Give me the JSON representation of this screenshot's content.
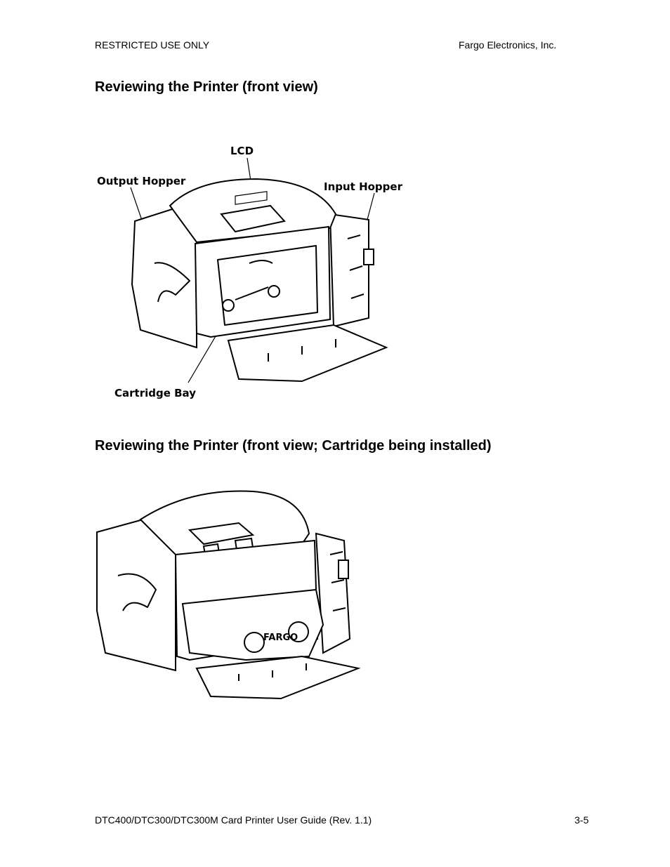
{
  "header": {
    "left": "RESTRICTED USE ONLY",
    "right": "Fargo Electronics, Inc."
  },
  "sections": [
    {
      "heading": "Reviewing the Printer (front view)",
      "callouts": {
        "lcd": "LCD",
        "output_hopper": "Output Hopper",
        "input_hopper": "Input Hopper",
        "cartridge_bay": "Cartridge Bay"
      }
    },
    {
      "heading": "Reviewing the Printer (front view; Cartridge being installed)",
      "cartridge_logo": "FARGO"
    }
  ],
  "footer": {
    "left": "DTC400/DTC300/DTC300M Card Printer User Guide (Rev. 1.1)",
    "right": "3-5"
  }
}
